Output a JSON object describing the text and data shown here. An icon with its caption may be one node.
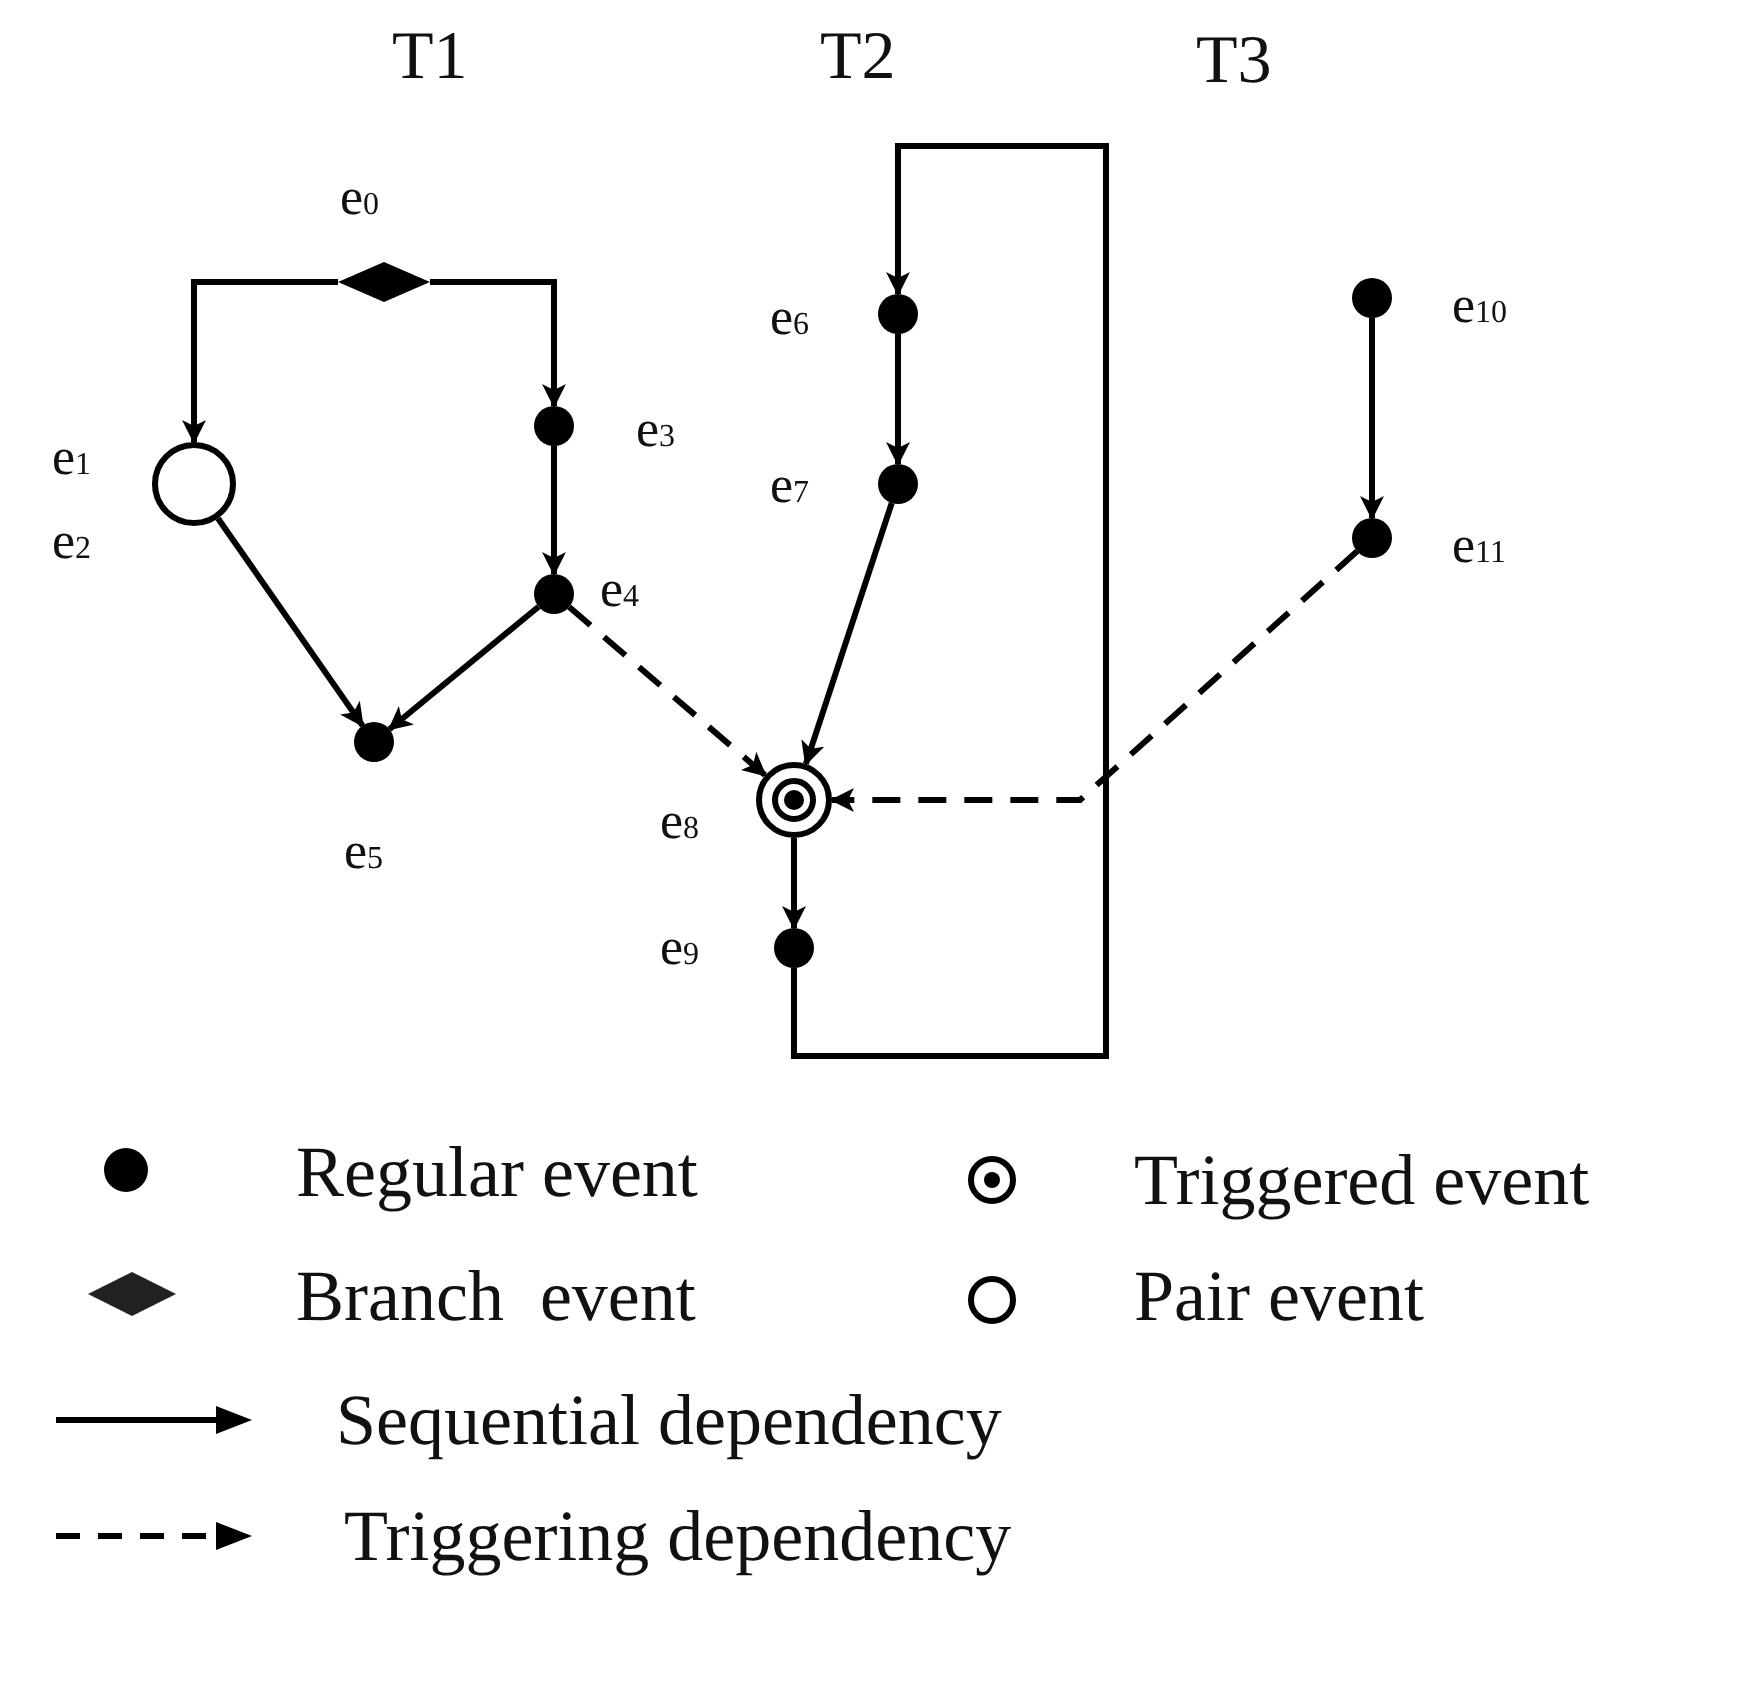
{
  "diagram": {
    "nodes": [
      {
        "text": [],
        "shape": "diamond",
        "beside": [
          "e$_{0}$"
        ]
      },
      {
        "text": [],
        "shape": "circle",
        "beside": [
          "e$_{1}$",
          "e$_{2}$"
        ]
      },
      {
        "text": [],
        "shape": "dot",
        "beside": [
          "e$_{3}$"
        ]
      },
      {
        "text": [],
        "shape": "dot",
        "beside": [
          "e$_{4}$"
        ]
      },
      {
        "text": [],
        "shape": "dot",
        "beside": [
          "e$_{5}$"
        ]
      },
      {
        "text": [],
        "shape": "dot",
        "beside": [
          "e$_{6}$"
        ]
      },
      {
        "text": [],
        "shape": "dot",
        "beside": [
          "e$_{7}$"
        ]
      },
      {
        "text": [],
        "shape": "bullseye",
        "beside": [
          "e$_{8}$"
        ]
      },
      {
        "text": [],
        "shape": "dot",
        "beside": [
          "e$_{9}$"
        ]
      },
      {
        "text": [],
        "shape": "dot",
        "beside": [
          "e$_{10}$"
        ]
      },
      {
        "text": [],
        "shape": "dot",
        "beside": [
          "e$_{11}$"
        ]
      }
    ],
    "edges": [
      {
        "from": 0,
        "to": 1,
        "arrow": "to"
      },
      {
        "from": 0,
        "to": 2,
        "arrow": "to"
      },
      {
        "from": 2,
        "to": 3,
        "arrow": "to"
      },
      {
        "from": 1,
        "to": 4,
        "arrow": "to"
      },
      {
        "from": 3,
        "to": 4,
        "arrow": "to"
      },
      {
        "from": 3,
        "to": 7,
        "arrow": "to",
        "style": "dashed"
      },
      {
        "from": 5,
        "to": 6,
        "arrow": "to"
      },
      {
        "from": 6,
        "to": 7,
        "arrow": "to"
      },
      {
        "from": 7,
        "to": 8,
        "arrow": "to"
      },
      {
        "from": 8,
        "to": 5,
        "arrow": "to"
      },
      {
        "from": 9,
        "to": 10,
        "arrow": "to"
      },
      {
        "from": 10,
        "to": 7,
        "arrow": "to",
        "style": "dashed"
      }
    ],
    "labels": [
      "T1",
      "T2",
      "T3"
    ],
    "legend": [
      {
        "text": "Regular event"
      },
      {
        "text": "Triggered event"
      },
      {
        "text": "Branch  event"
      },
      {
        "text": "Pair event"
      },
      {
        "text": "Sequential dependency"
      },
      {
        "text": "Triggering dependency"
      }
    ]
  }
}
